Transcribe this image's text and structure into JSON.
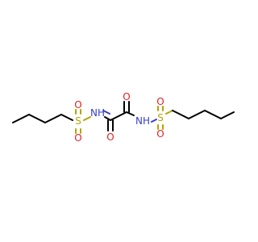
{
  "molecule": {
    "atoms": {
      "s_left": "S",
      "o_left_top": "O",
      "o_left_bottom": "O",
      "nh_left": "NH",
      "o_carbonyl_left": "O",
      "o_carbonyl_right": "O",
      "nh_right": "NH",
      "s_right": "S",
      "o_right_top": "O",
      "o_right_bottom": "O"
    },
    "colors": {
      "carbon": "#000000",
      "oxygen": "#e02020",
      "nitrogen": "#3a40c8",
      "sulfur": "#b3a400"
    }
  }
}
